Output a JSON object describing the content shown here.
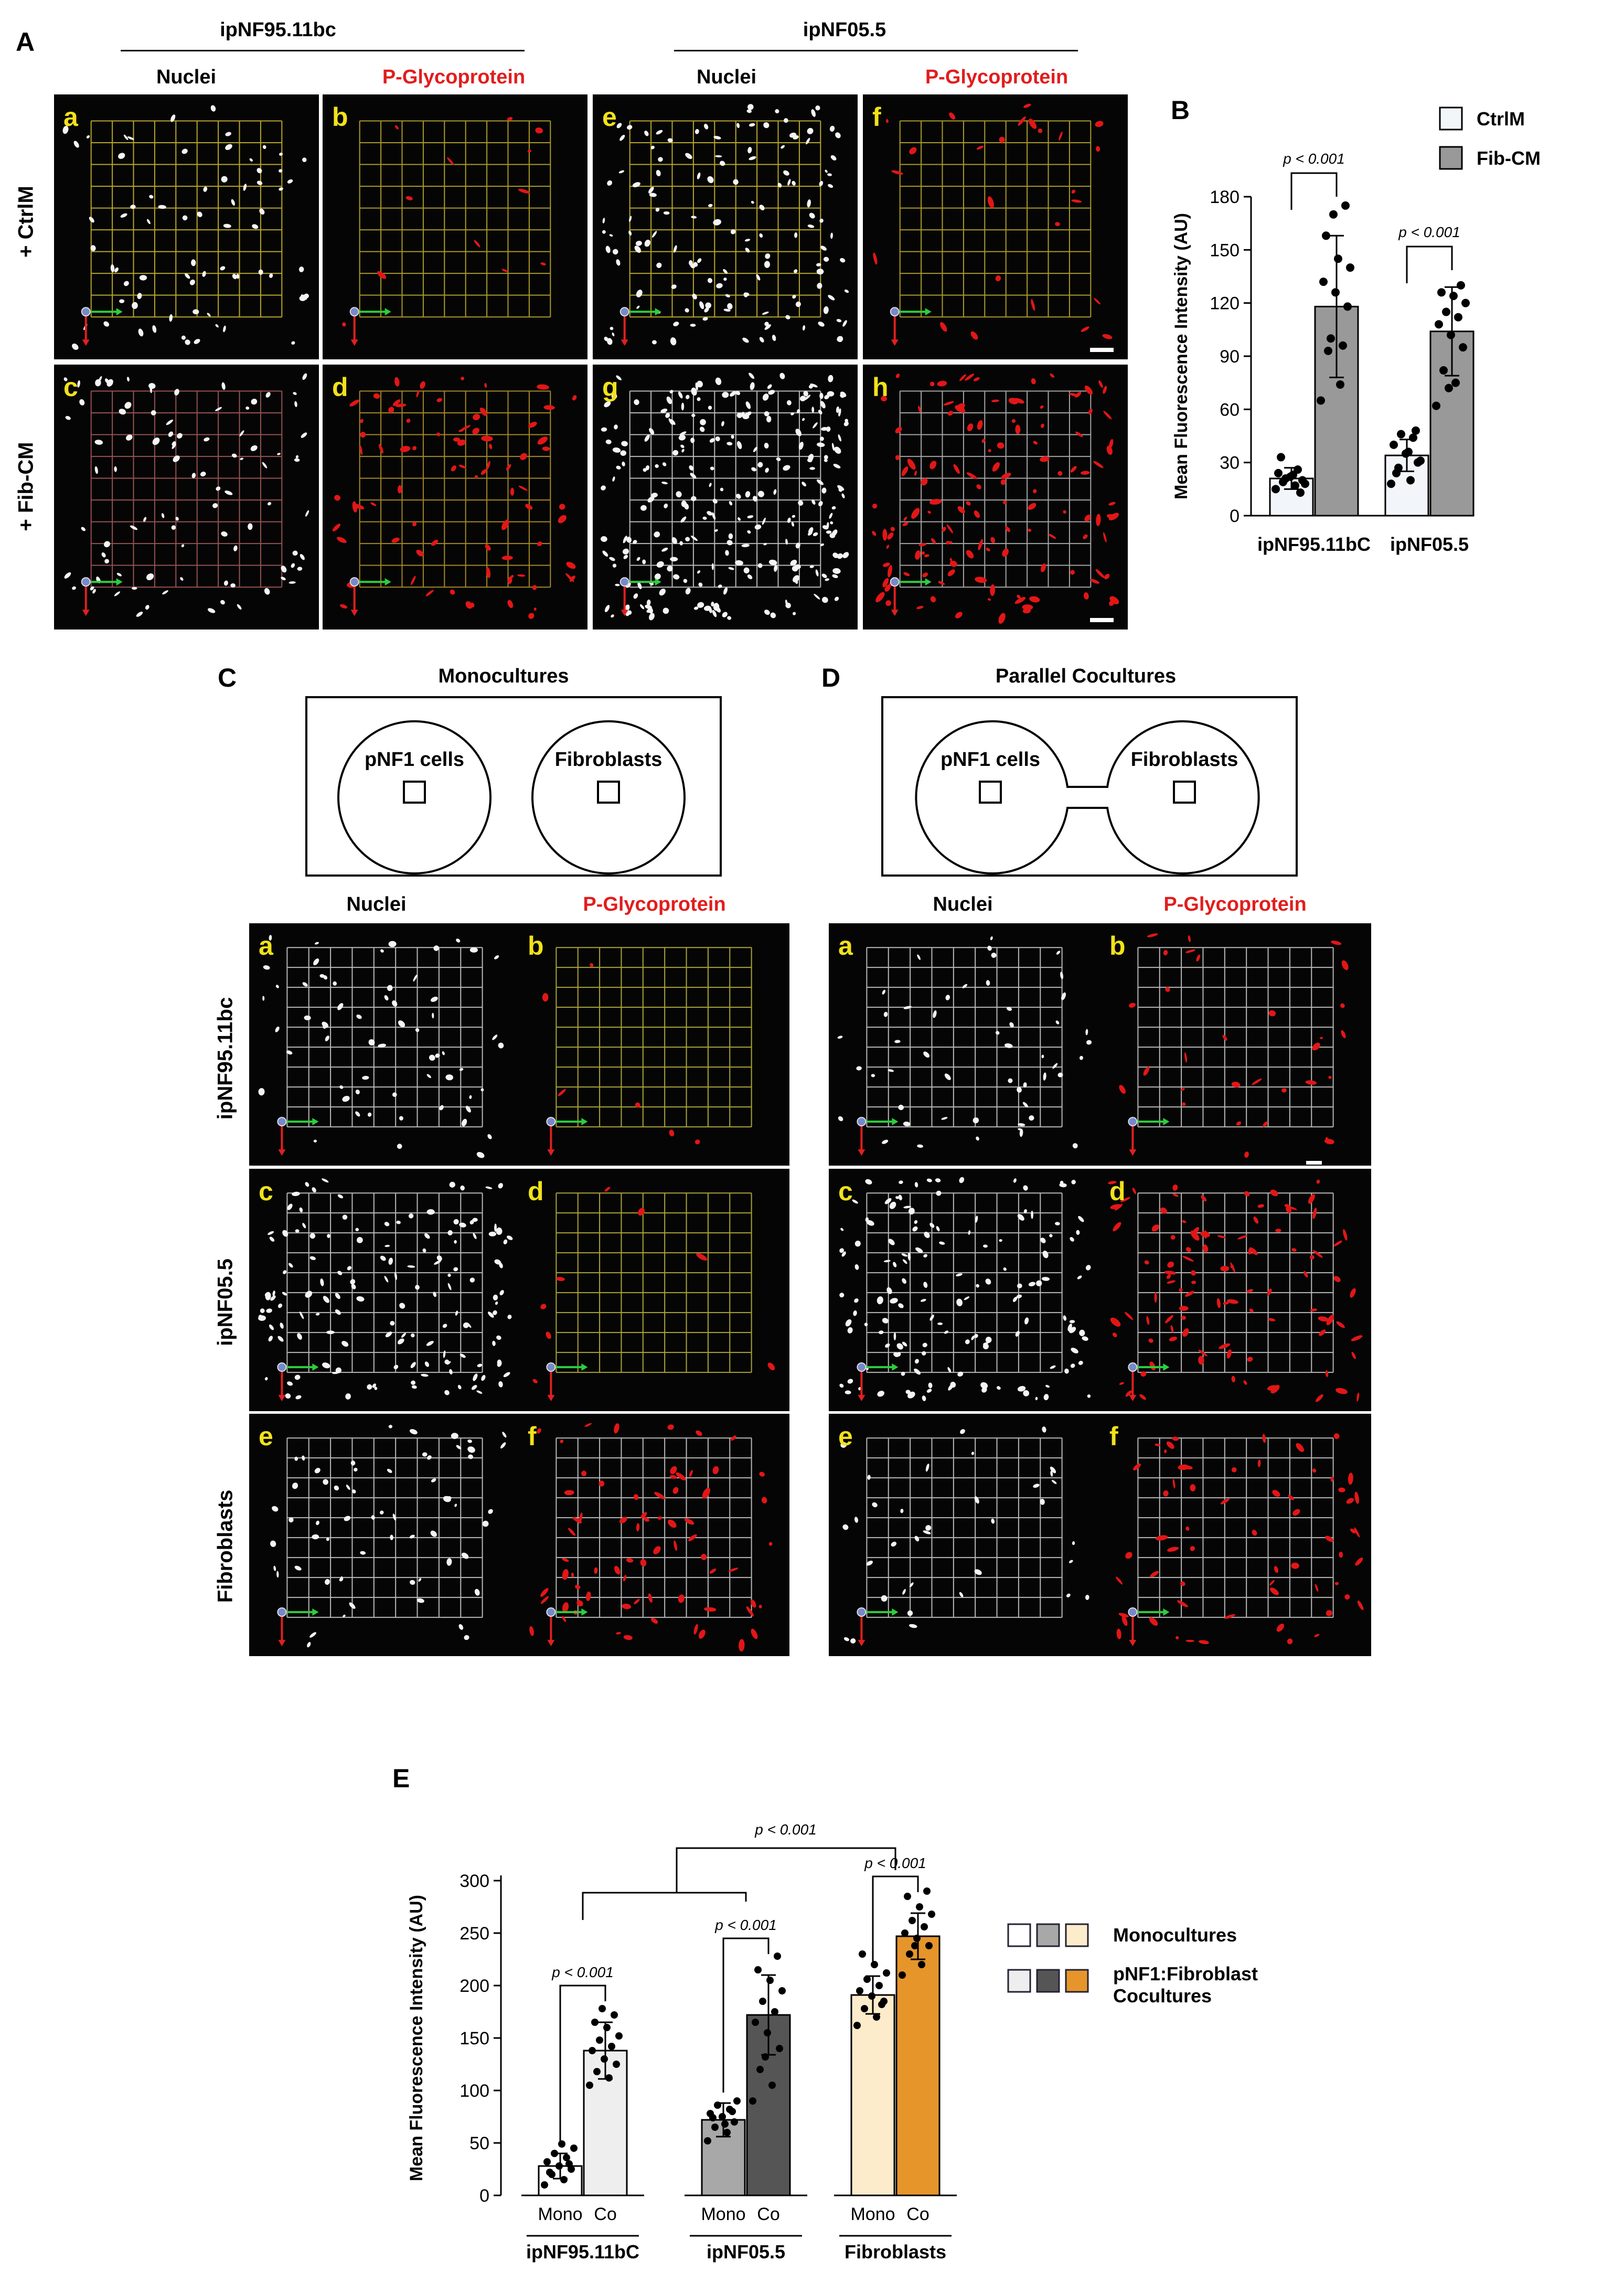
{
  "panel_letters": {
    "A": "A",
    "B": "B",
    "C": "C",
    "D": "D",
    "E": "E"
  },
  "panelA": {
    "group1": "ipNF95.11bc",
    "group2": "ipNF05.5",
    "col_nuclei": "Nuclei",
    "col_pgp": "P-Glycoprotein",
    "row1": "+ CtrlM",
    "row2": "+ Fib-CM",
    "tiles": [
      "a",
      "b",
      "e",
      "f",
      "c",
      "d",
      "g",
      "h"
    ]
  },
  "panelC": {
    "title": "Monocultures",
    "left_well": "pNF1 cells",
    "right_well": "Fibroblasts",
    "col_nuclei": "Nuclei",
    "col_pgp": "P-Glycoprotein",
    "rows": [
      "ipNF95.11bc",
      "ipNF05.5",
      "Fibroblasts"
    ],
    "tiles": [
      "a",
      "b",
      "c",
      "d",
      "e",
      "f"
    ]
  },
  "panelD": {
    "title": "Parallel Cocultures",
    "left_well": "pNF1 cells",
    "right_well": "Fibroblasts",
    "col_nuclei": "Nuclei",
    "col_pgp": "P-Glycoprotein",
    "tiles": [
      "a",
      "b",
      "c",
      "d",
      "e",
      "f"
    ]
  },
  "chart_data": [
    {
      "type": "bar",
      "panel": "B",
      "ylabel": "Mean Fluorescence Intensity (AU)",
      "ylim": [
        0,
        180
      ],
      "yticks": [
        0,
        30,
        60,
        90,
        120,
        150,
        180
      ],
      "categories": [
        "ipNF95.11bC",
        "ipNF05.5"
      ],
      "series": [
        {
          "name": "CtrlM",
          "values": [
            21,
            34
          ],
          "sd": [
            6,
            9
          ],
          "color": "#f2f5fa"
        },
        {
          "name": "Fib-CM",
          "values": [
            118,
            104
          ],
          "sd": [
            40,
            25
          ],
          "color": "#999999"
        }
      ],
      "points": [
        [
          [
            15,
            17,
            19,
            20,
            22,
            24,
            26,
            21,
            18,
            23,
            33,
            13
          ],
          [
            65,
            74,
            93,
            118,
            126,
            132,
            96,
            100,
            140,
            145,
            158,
            175,
            170
          ]
        ],
        [
          [
            18,
            20,
            27,
            30,
            35,
            40,
            44,
            46,
            31,
            36,
            24,
            48
          ],
          [
            62,
            75,
            82,
            95,
            102,
            108,
            112,
            115,
            120,
            124,
            126,
            130,
            72
          ]
        ]
      ],
      "pvalues": [
        "p < 0.001",
        "p < 0.001"
      ],
      "legend": "top-right"
    },
    {
      "type": "bar",
      "panel": "E",
      "ylabel": "Mean Fluorescence Intensity (AU)",
      "ylim": [
        0,
        300
      ],
      "yticks": [
        0,
        50,
        100,
        150,
        200,
        250,
        300
      ],
      "categories": [
        "ipNF95.11bC",
        "ipNF05.5",
        "Fibroblasts"
      ],
      "sublabels": [
        "Mono",
        "Co"
      ],
      "series": [
        {
          "name": "Monocultures",
          "values": [
            28,
            72,
            191
          ],
          "sd": [
            12,
            16,
            18
          ],
          "colors": [
            "#ffffff",
            "#a8a8a8",
            "#fdeccb"
          ]
        },
        {
          "name": "pNF1:Fibroblast Cocultures",
          "values": [
            138,
            172,
            247
          ],
          "sd": [
            27,
            38,
            22
          ],
          "colors": [
            "#eeeeee",
            "#555555",
            "#e6952a"
          ]
        }
      ],
      "points": [
        [
          [
            10,
            15,
            20,
            25,
            28,
            32,
            36,
            40,
            45,
            49,
            22,
            30
          ],
          [
            105,
            112,
            118,
            125,
            130,
            138,
            142,
            148,
            152,
            160,
            165,
            172,
            178
          ]
        ],
        [
          [
            52,
            60,
            65,
            70,
            75,
            78,
            82,
            86,
            90,
            68,
            74,
            80
          ],
          [
            90,
            105,
            120,
            140,
            155,
            165,
            175,
            185,
            195,
            205,
            215,
            228,
            132
          ]
        ],
        [
          [
            162,
            170,
            178,
            185,
            190,
            195,
            200,
            206,
            212,
            220,
            230,
            182
          ],
          [
            210,
            220,
            230,
            238,
            245,
            250,
            256,
            262,
            268,
            275,
            285,
            290,
            238
          ]
        ]
      ],
      "pvalues": [
        "p < 0.001",
        "p < 0.001",
        "p < 0.001",
        "p < 0.001"
      ],
      "legend": "right"
    }
  ]
}
